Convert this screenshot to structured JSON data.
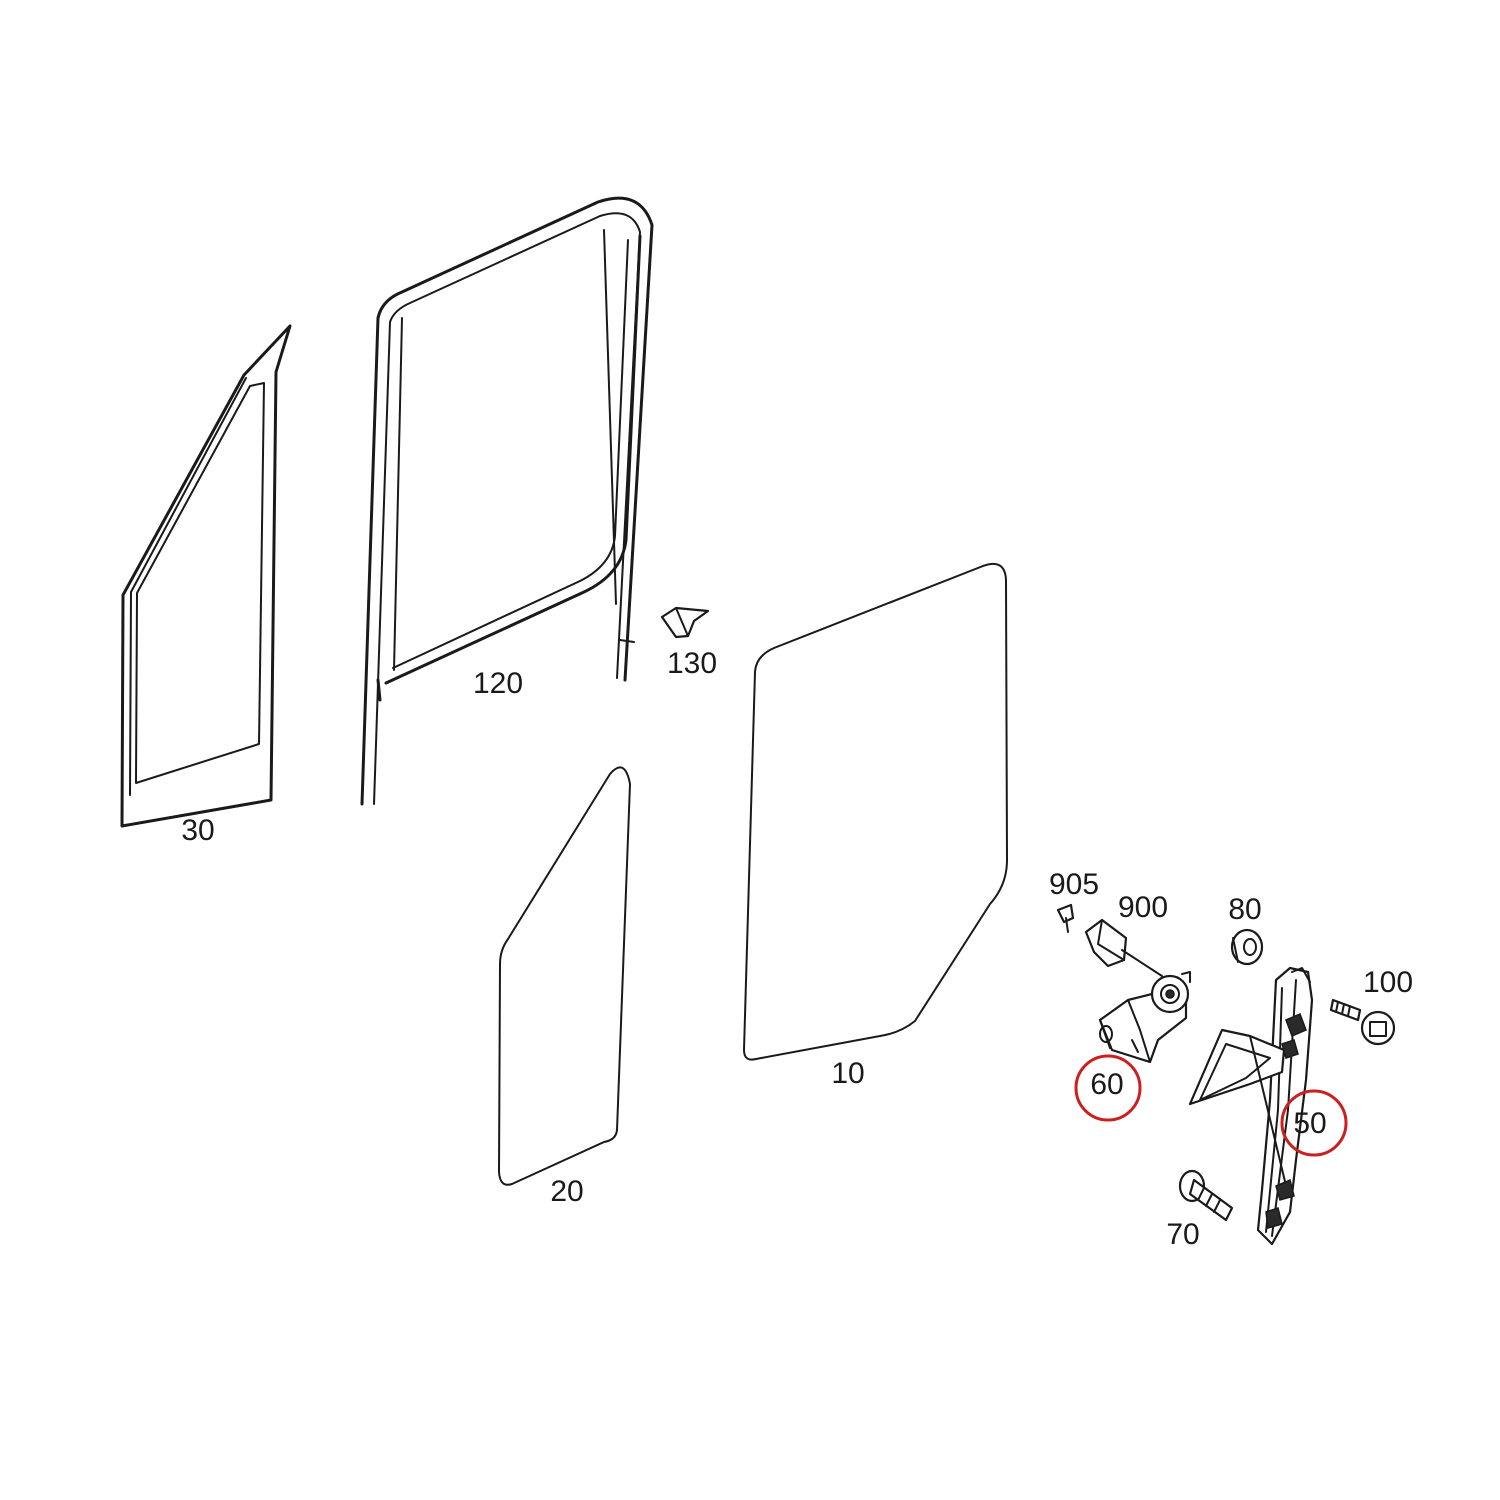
{
  "colors": {
    "line": "#1a1a1a",
    "highlight": "#cc1f1f",
    "background": "#ffffff"
  },
  "labels": {
    "part_30": "30",
    "part_120": "120",
    "part_130": "130",
    "part_20": "20",
    "part_10": "10",
    "part_905": "905",
    "part_900": "900",
    "part_80": "80",
    "part_100": "100",
    "part_60": "60",
    "part_50": "50",
    "part_70": "70"
  },
  "highlighted_parts": [
    "60",
    "50"
  ]
}
